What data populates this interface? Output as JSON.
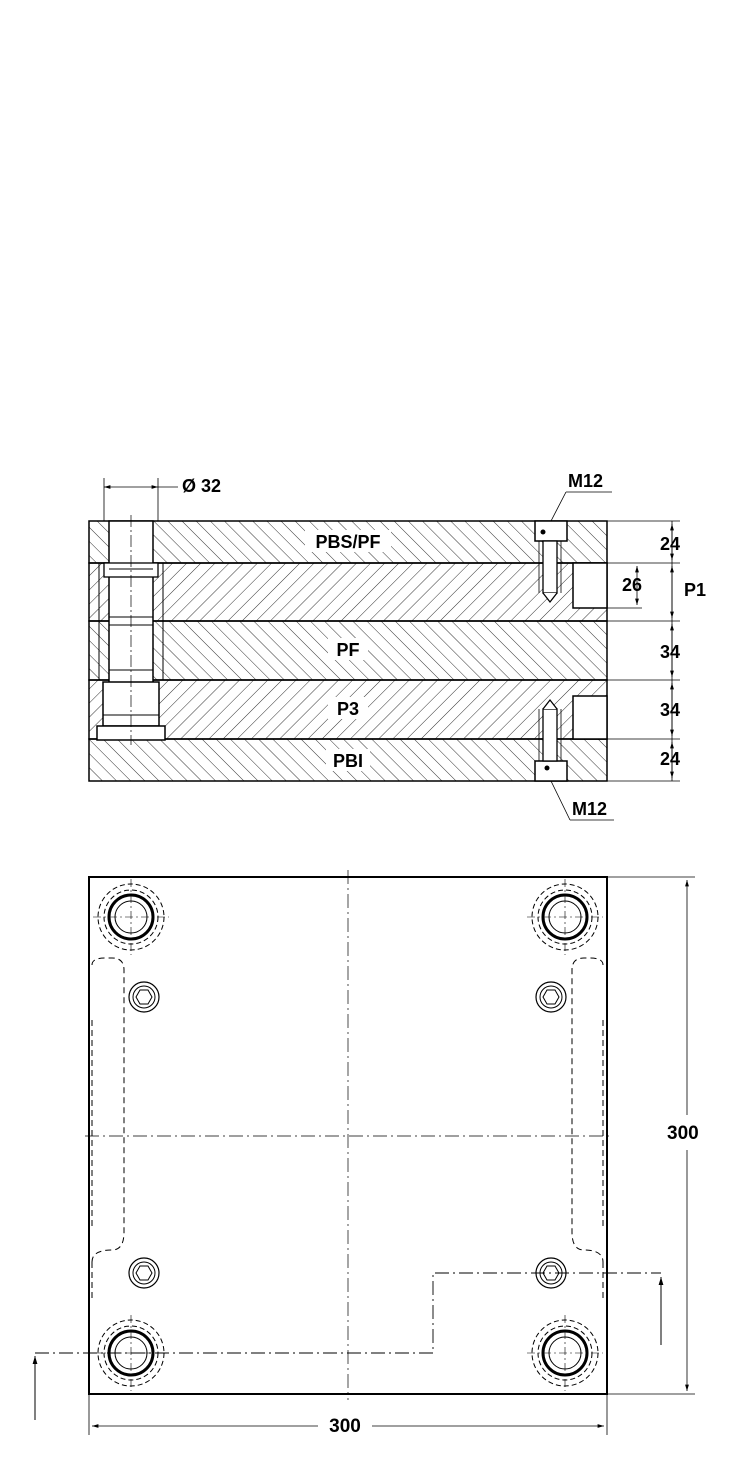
{
  "section_view": {
    "plate_labels": {
      "top": "PBS/PF",
      "middle": "PF",
      "lower": "P3",
      "bottom": "PBI"
    },
    "callouts": {
      "diameter": "Ø 32",
      "thread_top": "M12",
      "thread_bottom": "M12"
    },
    "dimensions": {
      "d1": "24",
      "d2": "26",
      "d2_ref": "P1",
      "d3": "34",
      "d4": "34",
      "d5": "24"
    }
  },
  "plan_view": {
    "dimensions": {
      "height": "300",
      "width": "300"
    }
  }
}
